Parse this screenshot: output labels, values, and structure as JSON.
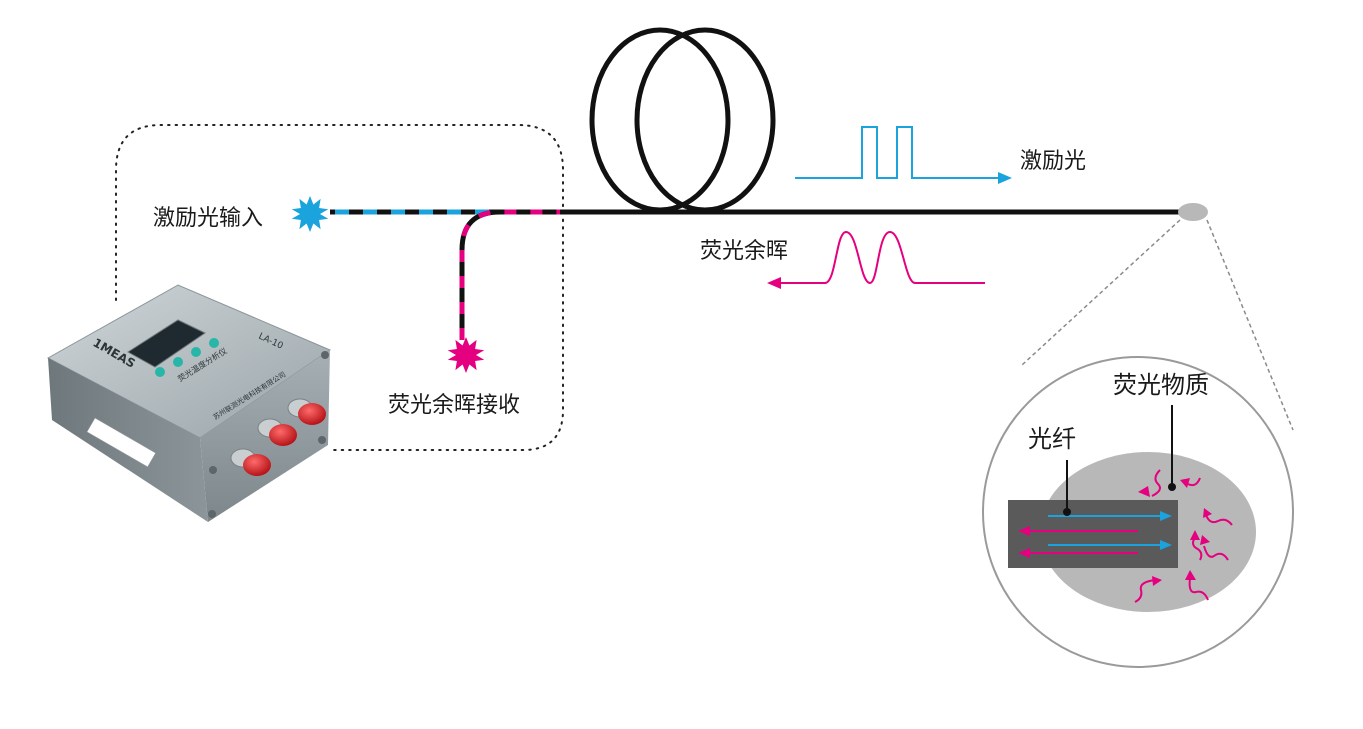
{
  "labels": {
    "excitation_input": "激励光输入",
    "afterglow_receive": "荧光余晖接收",
    "excitation_light": "激励光",
    "fluorescence_afterglow": "荧光余晖",
    "fluorescent_material": "荧光物质",
    "optical_fiber": "光纤"
  },
  "device": {
    "brand": "1MEAS",
    "model": "LA-10",
    "name": "荧光温度分析仪",
    "company": "苏州联测光电科技有限公司"
  },
  "colors": {
    "excitation": "#1ba3dd",
    "fluorescence": "#e5007f",
    "fiber": "#111111",
    "zoom_gray": "#b8b8b8",
    "fiber_core": "#5a5a5a"
  }
}
